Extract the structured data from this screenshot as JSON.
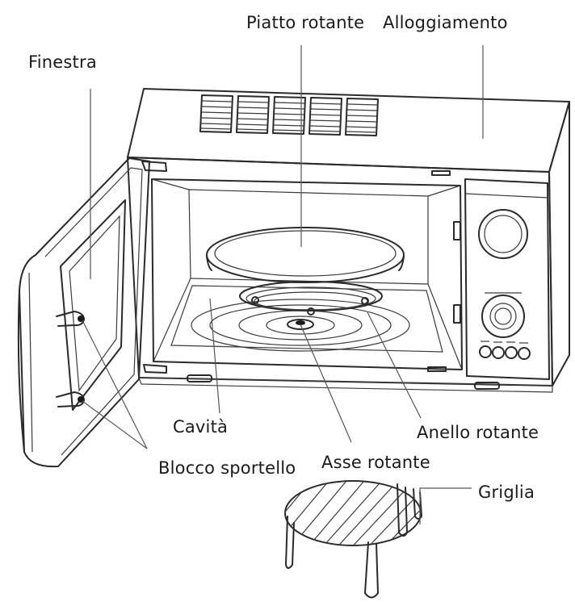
{
  "labels": {
    "finestra": "Finestra",
    "piatto_rotante": "Piatto rotante",
    "alloggiamento": "Alloggiamento",
    "cavita": "Cavità",
    "anello_rotante": "Anello rotante",
    "blocco_sportello": "Blocco sportello",
    "asse_rotante": "Asse rotante",
    "griglia": "Griglia"
  },
  "colors": {
    "line": "#2a2a2a",
    "text": "#1a1a1a",
    "background": "#ffffff"
  }
}
